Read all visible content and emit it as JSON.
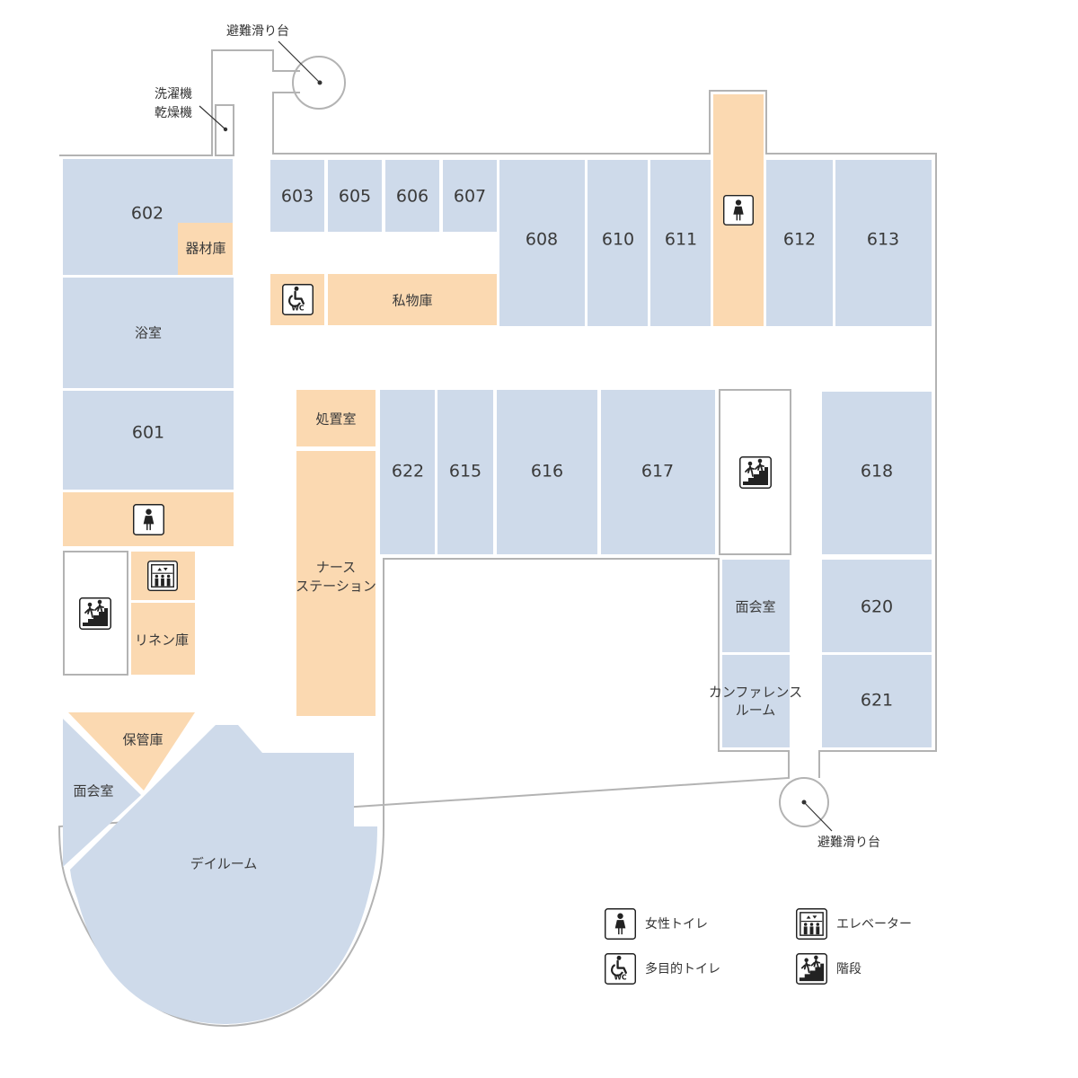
{
  "colors": {
    "patient_room": "#cedaea",
    "facility": "#fbd9b1",
    "stairs_area": "#ffffff",
    "outline": "#b3b3b3",
    "icon": "#222222"
  },
  "rooms": {
    "r602": "602",
    "r603": "603",
    "r605": "605",
    "r606": "606",
    "r607": "607",
    "r608": "608",
    "r610": "610",
    "r611": "611",
    "r612": "612",
    "r613": "613",
    "r601": "601",
    "r622": "622",
    "r615": "615",
    "r616": "616",
    "r617": "617",
    "r618": "618",
    "r620": "620",
    "r621": "621"
  },
  "facilities": {
    "equipment_storage": "器材庫",
    "bathroom": "浴室",
    "private_storage": "私物庫",
    "treatment_room": "処置室",
    "nurse_station_line1": "ナース",
    "nurse_station_line2": "ステーション",
    "linen_storage": "リネン庫",
    "storage": "保管庫",
    "visiting_room_left": "面会室",
    "visiting_room_right": "面会室",
    "conference_line1": "カンファレンス",
    "conference_line2": "ルーム",
    "dayroom": "デイルーム"
  },
  "exterior": {
    "escape_slide_top": "避難滑り台",
    "escape_slide_bottom": "避難滑り台",
    "washer_line1": "洗濯機",
    "washer_line2": "乾燥機"
  },
  "legend": {
    "womens_toilet": "女性トイレ",
    "multipurpose_toilet": "多目的トイレ",
    "elevator": "エレベーター",
    "stairs": "階段"
  },
  "icons": {
    "womens_toilet": "womens-toilet-icon",
    "multipurpose_toilet": "wheelchair-wc-icon",
    "elevator": "elevator-icon",
    "stairs": "stairs-icon"
  }
}
